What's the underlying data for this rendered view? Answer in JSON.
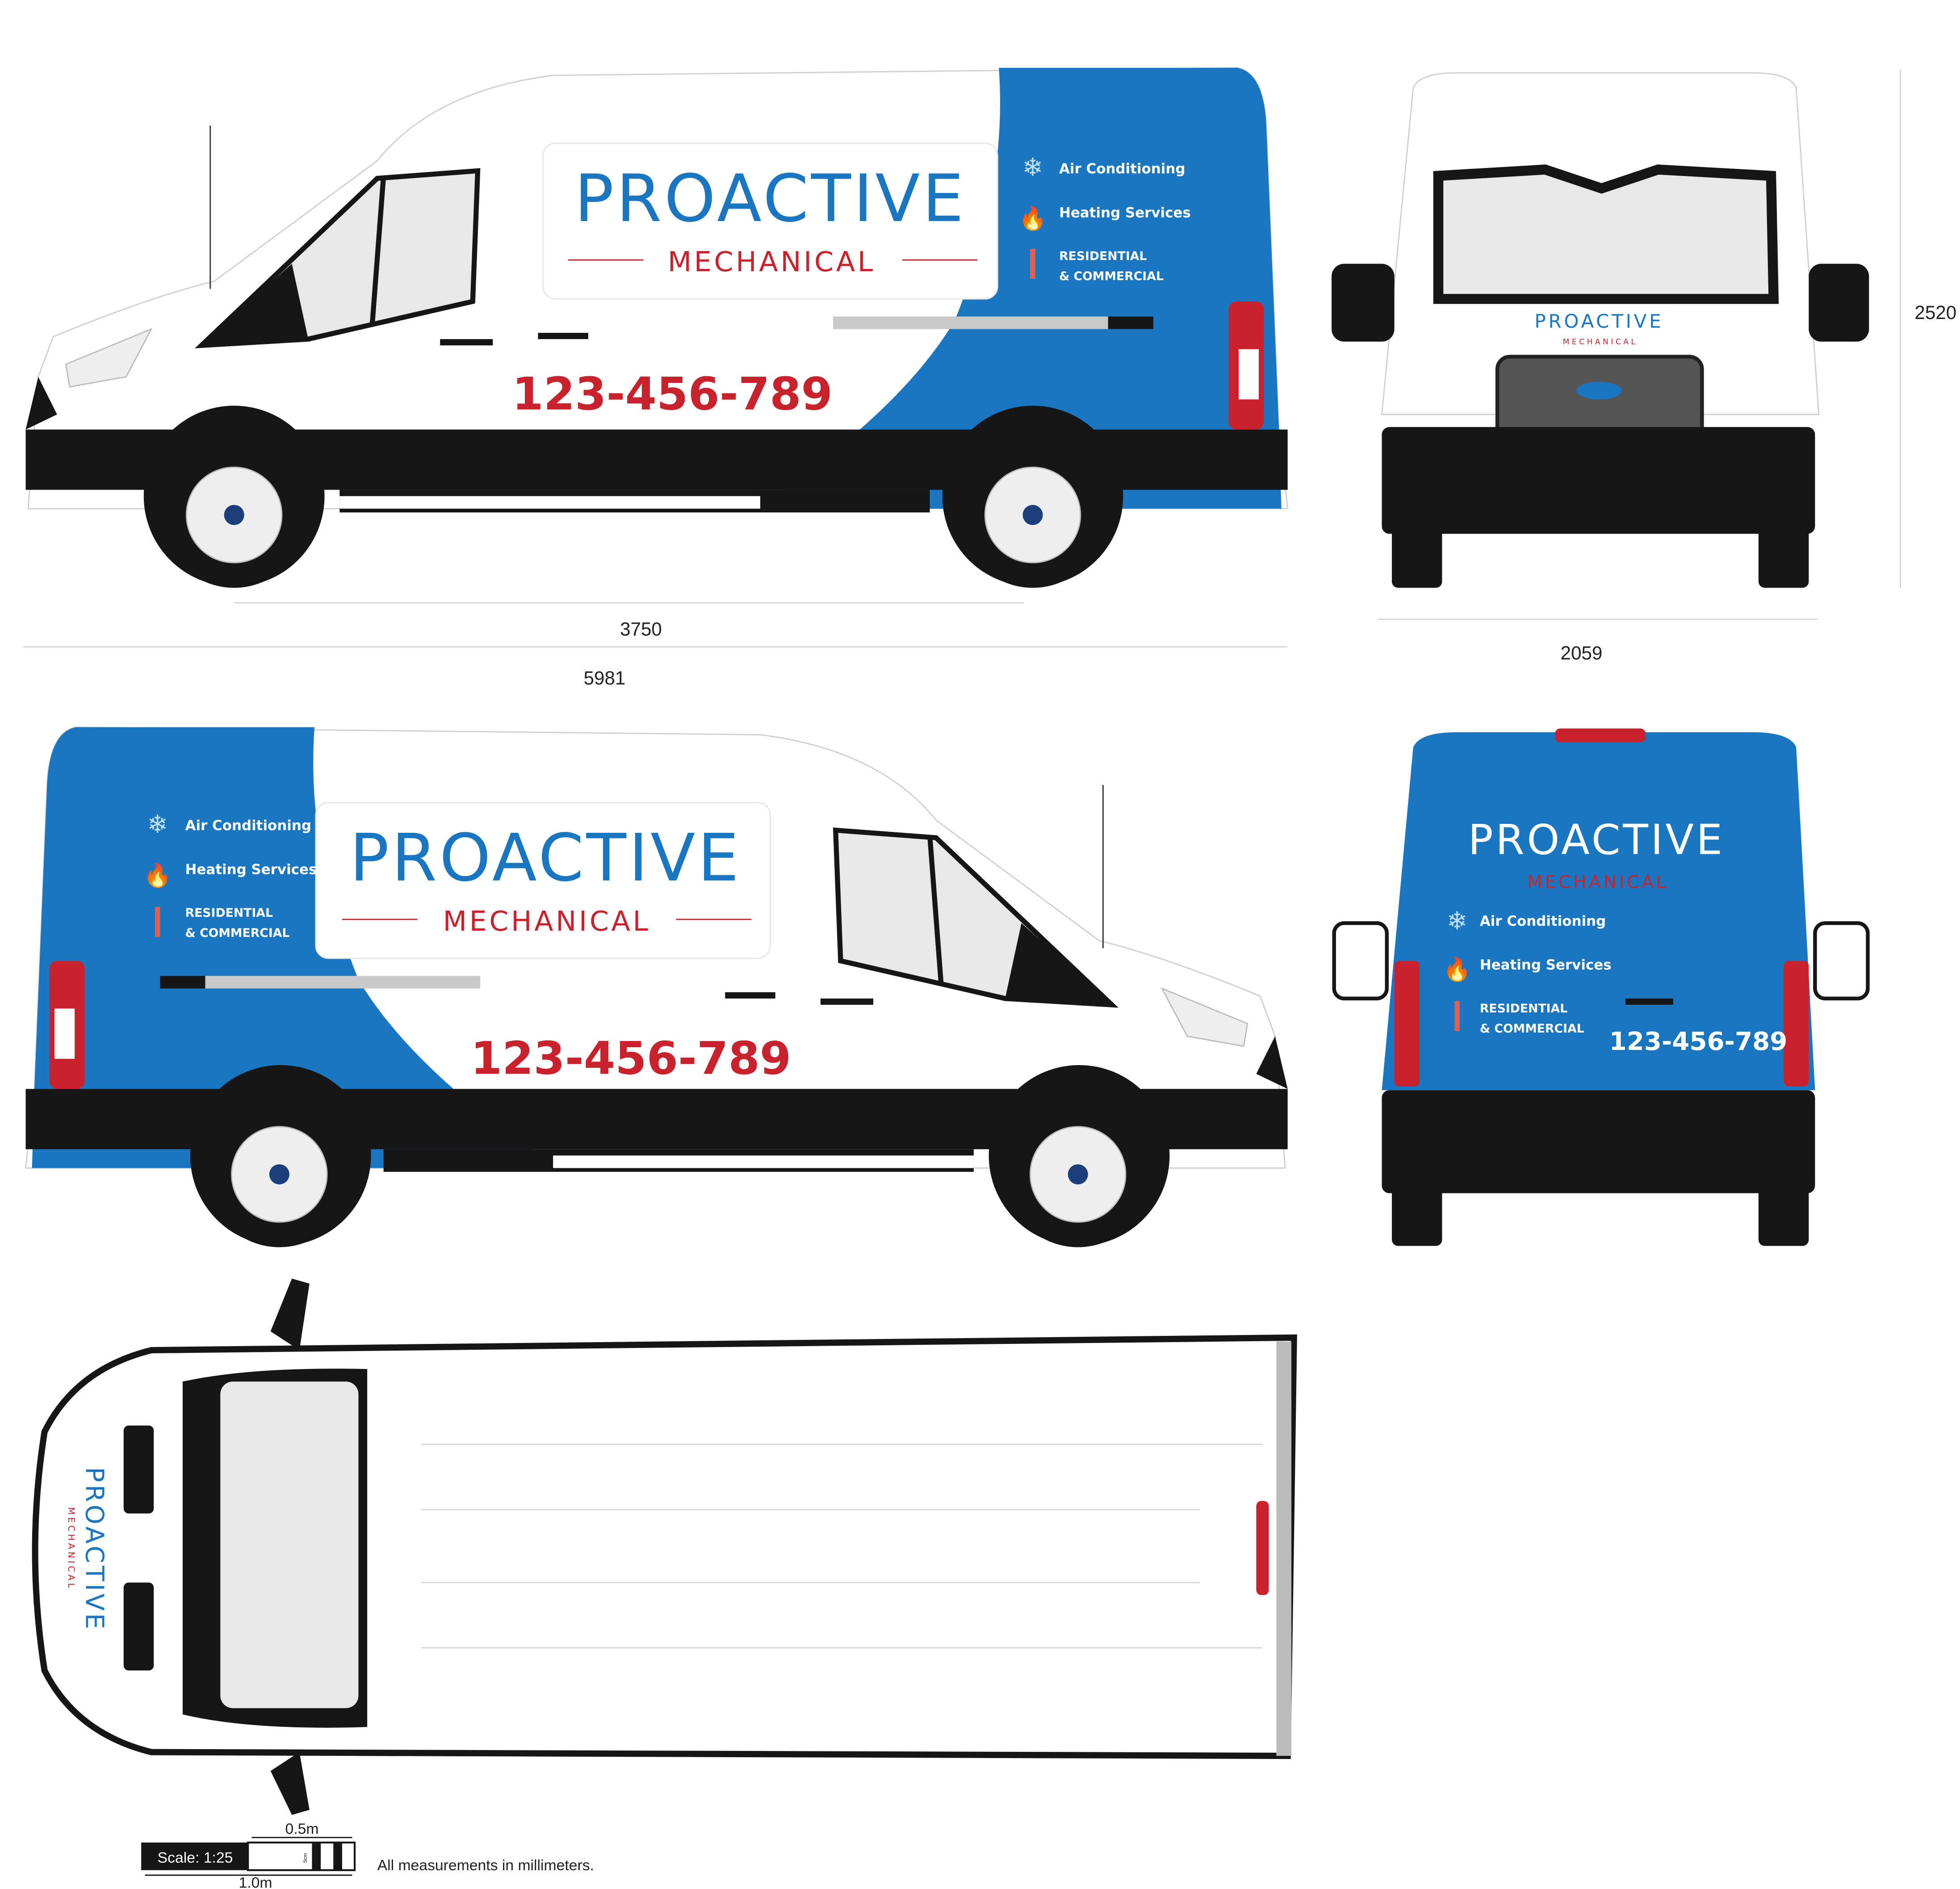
{
  "brand": {
    "name": "PROACTIVE",
    "tagline": "MECHANICAL",
    "phone": "123-456-789",
    "colors": {
      "blue": "#1a76c0",
      "red": "#c8232c",
      "black": "#161616",
      "white": "#ffffff"
    }
  },
  "services": [
    {
      "label": "Air Conditioning",
      "icon": "snowflake-icon"
    },
    {
      "label": "Heating Services",
      "icon": "flame-icon"
    },
    {
      "label": "RESIDENTIAL",
      "icon": "thermometer-icon"
    },
    {
      "label": "& COMMERCIAL"
    }
  ],
  "dimensions": {
    "wheelbase": "3750",
    "length": "5981",
    "height": "2520",
    "width": "2059"
  },
  "scale_bar": {
    "label": "Scale: 1:25",
    "half": "0.5m",
    "full": "1.0m",
    "segment": "5cm"
  },
  "note": "All measurements in millimeters."
}
